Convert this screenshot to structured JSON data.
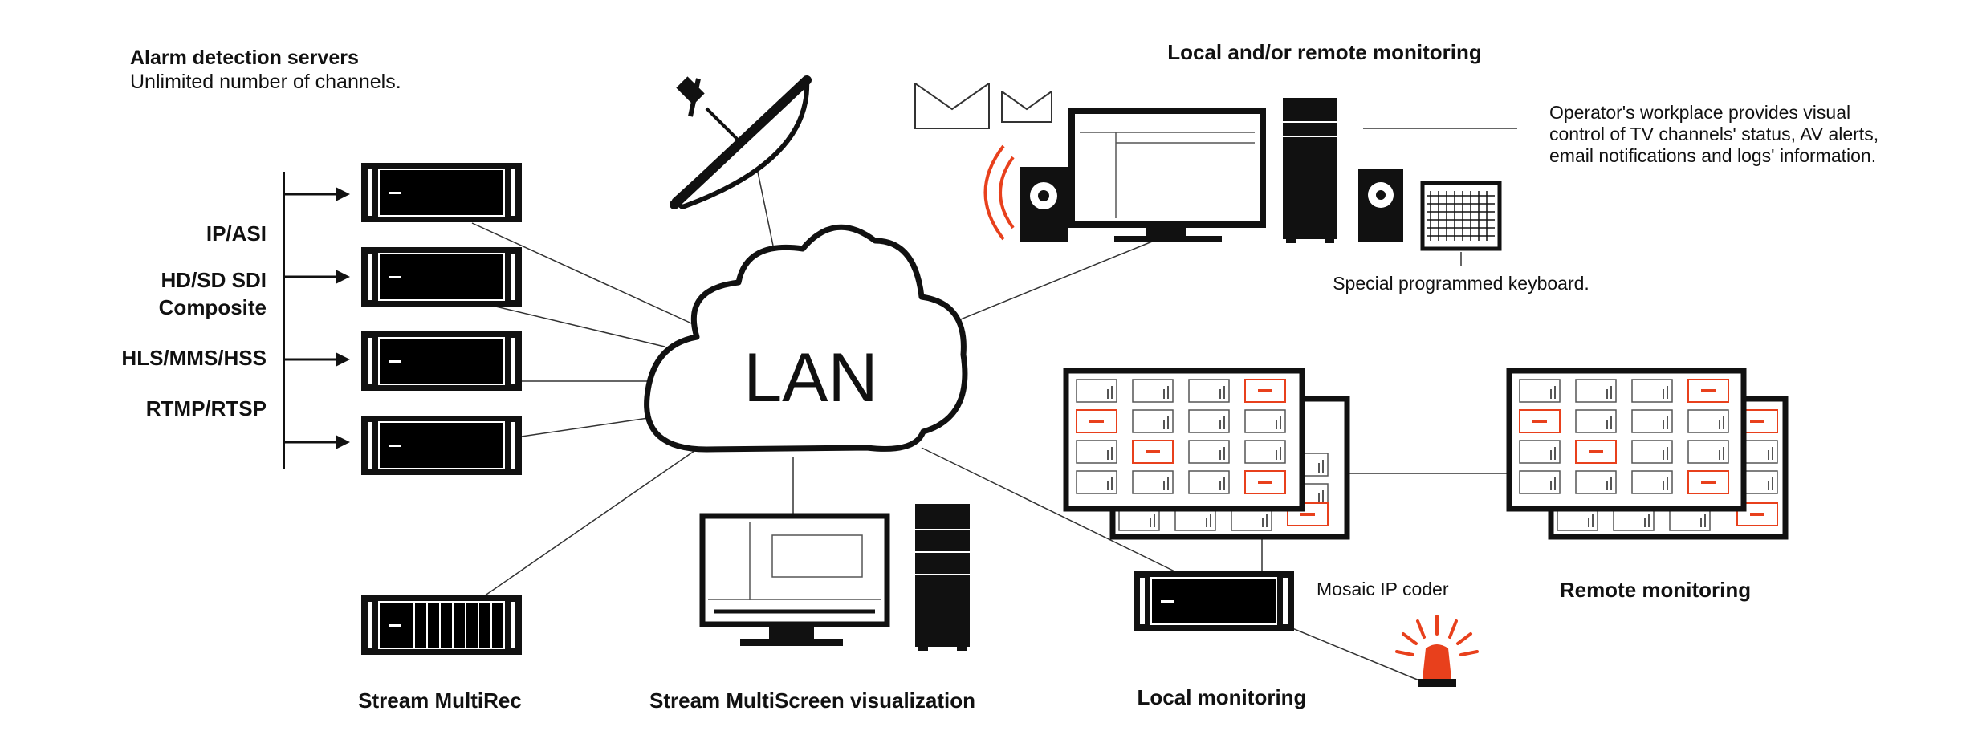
{
  "header": {
    "alarm_title": "Alarm detection servers",
    "alarm_subtitle": "Unlimited number of channels.",
    "monitoring_title": "Local and/or remote monitoring"
  },
  "inputs": [
    {
      "line1": "IP/ASI",
      "line2": ""
    },
    {
      "line1": "HD/SD SDI",
      "line2": "Composite"
    },
    {
      "line1": "HLS/MMS/HSS",
      "line2": ""
    },
    {
      "line1": "RTMP/RTSP",
      "line2": ""
    }
  ],
  "network": {
    "cloud_label": "LAN"
  },
  "operator": {
    "desc_lines": [
      "Operator's workplace provides visual",
      "control of TV channels' status, AV alerts,",
      "email notifications and logs' information."
    ],
    "keyboard_label": "Special programmed keyboard."
  },
  "footer": {
    "multirec": "Stream MultiRec",
    "multiscreen": "Stream MultiScreen visualization",
    "local": "Local monitoring",
    "remote": "Remote monitoring",
    "mosaic": "Mosaic IP coder"
  },
  "colors": {
    "ink": "#111111",
    "alert": "#e8401c",
    "line": "#333333"
  }
}
